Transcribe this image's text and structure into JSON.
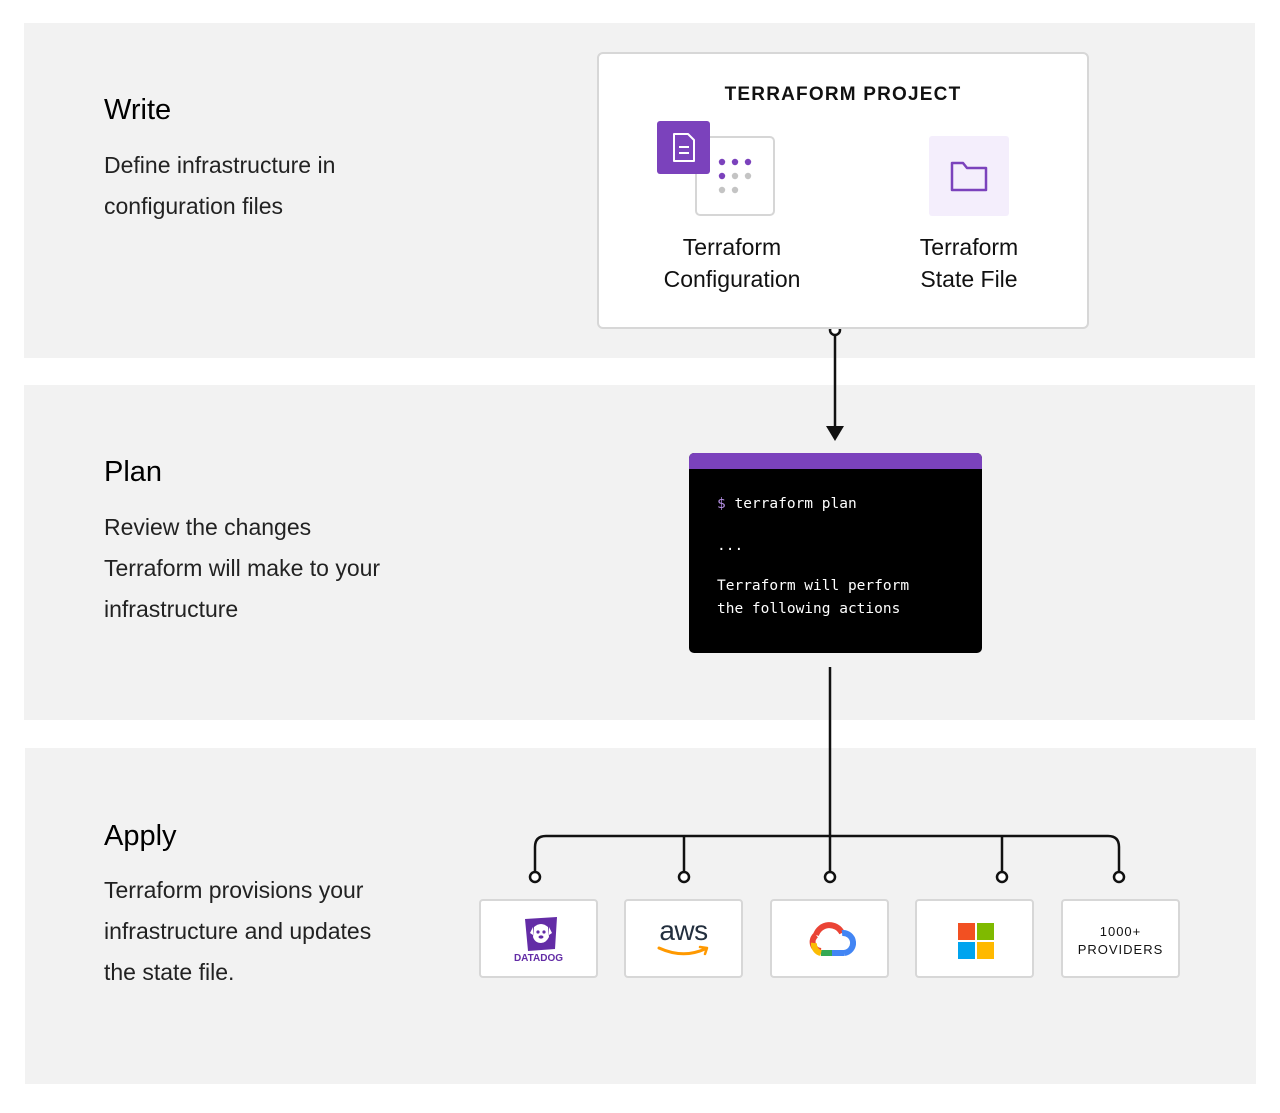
{
  "stages": [
    {
      "title": "Write",
      "desc": "Define infrastructure in configuration files"
    },
    {
      "title": "Plan",
      "desc": "Review the changes Terraform will make to your infrastructure"
    },
    {
      "title": "Apply",
      "desc": "Terraform provisions your infrastructure and updates the state file."
    }
  ],
  "project": {
    "title": "TERRAFORM PROJECT",
    "config_label": [
      "Terraform",
      "Configuration"
    ],
    "state_label": [
      "Terraform",
      "State File"
    ]
  },
  "terminal": {
    "prompt": "$",
    "command": "terraform plan",
    "ellipsis": "...",
    "output_line1": "Terraform will perform",
    "output_line2": "the following actions"
  },
  "providers": {
    "datadog": "DATADOG",
    "aws": "aws",
    "more_line1": "1000+",
    "more_line2": "PROVIDERS"
  },
  "icons": {
    "config": "document-icon",
    "state": "folder-icon",
    "gcp": "google-cloud-icon",
    "azure": "microsoft-icon"
  },
  "colors": {
    "accent": "#7b42bc",
    "panel": "#f2f2f2",
    "aws_smile": "#ff9900"
  }
}
